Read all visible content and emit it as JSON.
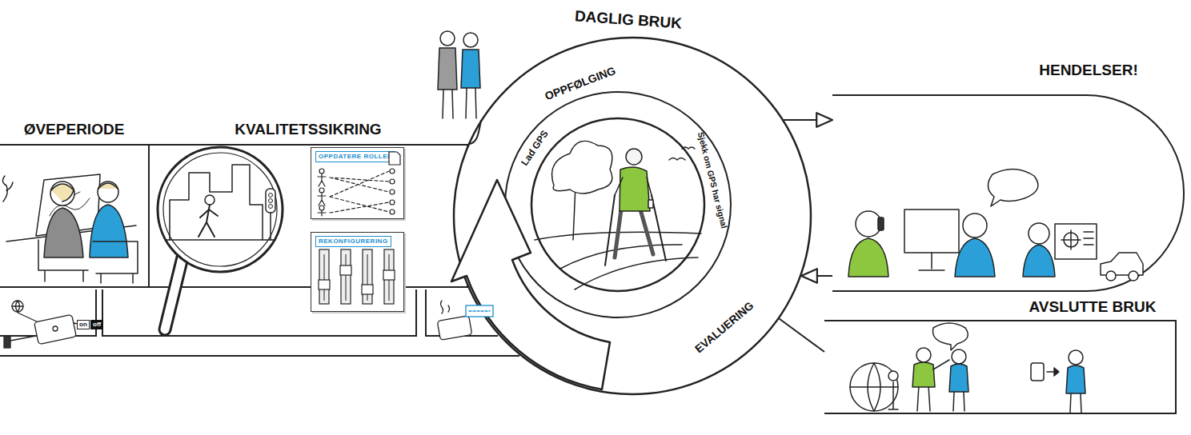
{
  "diagram": {
    "nodes": [
      {
        "text": [
          "ØVEPERIODE"
        ]
      },
      {
        "text": [
          "KVALITETSSIKRING"
        ]
      },
      {
        "text": [
          "OPPDATERE ROLLER"
        ],
        "in": 1
      },
      {
        "text": [
          "REKONFIGURERING"
        ],
        "in": 1
      },
      {
        "text": [
          "DAGLIG BRUK",
          "OPPFØLGING",
          "EVALUERING"
        ]
      },
      {
        "text": [
          "Lad GPS",
          "Sjekk om GPS har signal"
        ],
        "in": 4
      },
      {
        "text": [
          "HENDELSER!"
        ]
      },
      {
        "text": [
          "AVSLUTTE BRUK"
        ]
      }
    ],
    "edges": [
      {
        "from": 4,
        "to": 6,
        "arrow": "to"
      },
      {
        "from": 6,
        "to": 4,
        "arrow": "to"
      },
      {
        "from": 4,
        "to": 7,
        "arrow": "none"
      }
    ],
    "labels": [
      "on",
      "off"
    ]
  }
}
